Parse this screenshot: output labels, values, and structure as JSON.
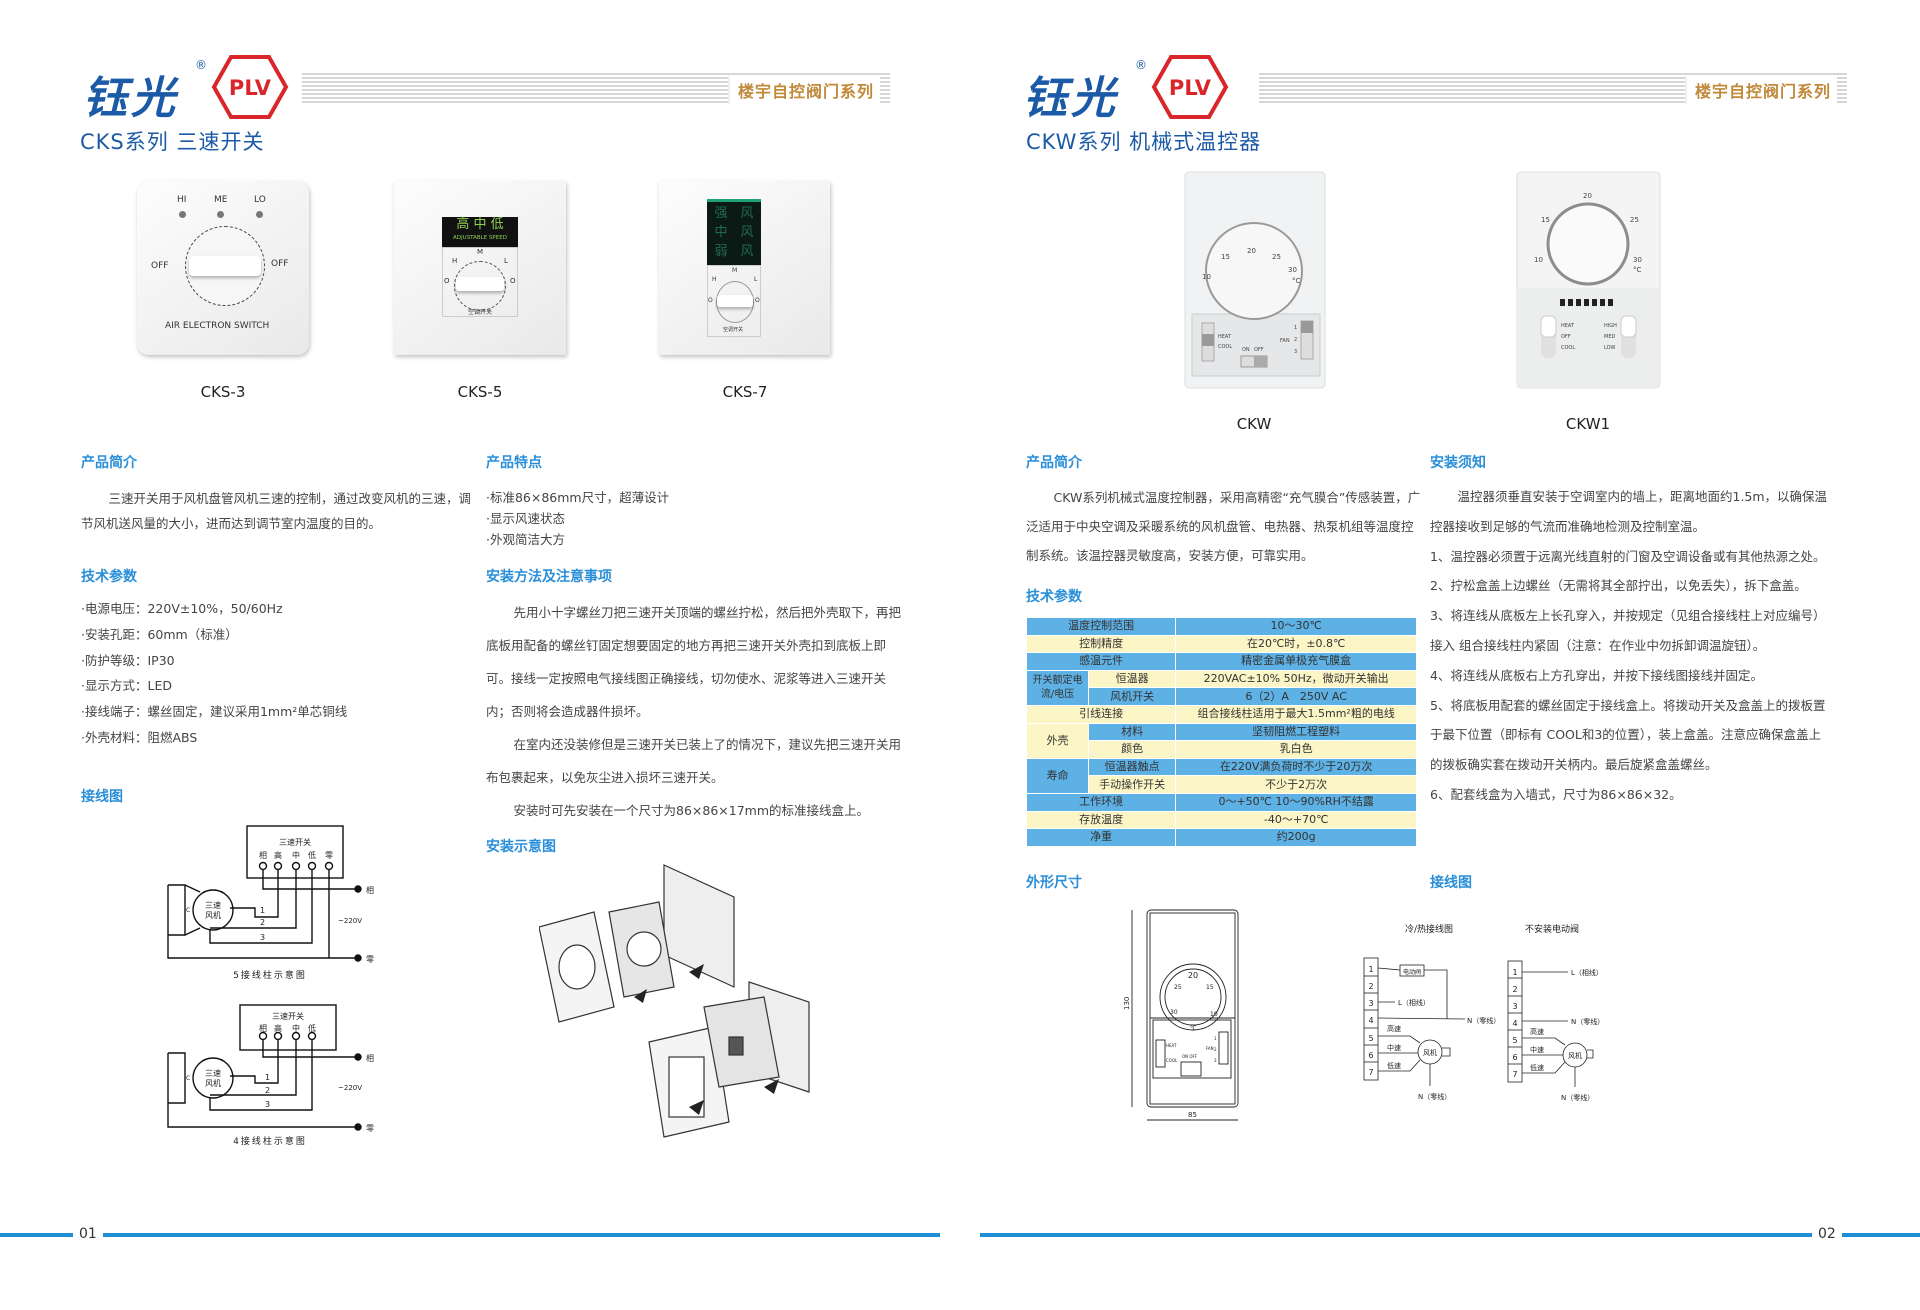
{
  "colors": {
    "brand_blue": "#1b5aa6",
    "heading_blue": "#2a8fd8",
    "logo_red": "#d8262b",
    "tag_gold": "#c08a3a",
    "table_blue": "#5eb1e4",
    "table_yellow": "#fcf5c6",
    "footer_blue": "#1e8fd5"
  },
  "left": {
    "logo": {
      "brand": "钰光",
      "reg": "®",
      "mark": "PLV"
    },
    "series_tag": "楼宇自控阀门系列",
    "subtitle": "CKS系列 三速开关",
    "products": [
      {
        "model": "CKS-3",
        "labels": {
          "hi": "HI",
          "me": "ME",
          "lo": "LO",
          "off_left": "OFF",
          "off_right": "OFF",
          "bottom": "AIR ELECTRON SWITCH"
        }
      },
      {
        "model": "CKS-5",
        "labels": {
          "display": "高 中 低",
          "display_sub": "ADJUSTABLE SPEED",
          "h": "H",
          "m": "M",
          "l": "L",
          "o1": "O",
          "o2": "O",
          "bottom": "空调开关"
        }
      },
      {
        "model": "CKS-7",
        "labels": {
          "row1": "强　风",
          "row2": "中　风",
          "row3": "弱　风",
          "h": "H",
          "m": "M",
          "l": "L",
          "o1": "O",
          "o2": "O",
          "bottom": "空调开关"
        }
      }
    ],
    "intro": {
      "heading": "产品简介",
      "text": "三速开关用于风机盘管风机三速的控制，通过改变风机的三速，调节风机送风量的大小，进而达到调节室内温度的目的。"
    },
    "features": {
      "heading": "产品特点",
      "items": [
        "·标准86×86mm尺寸，超薄设计",
        "·显示风速状态",
        "·外观简洁大方"
      ]
    },
    "params": {
      "heading": "技术参数",
      "items": [
        "·电源电压：220V±10%，50/60Hz",
        "·安装孔距：60mm（标准）",
        "·防护等级：IP30",
        "·显示方式：LED",
        "·接线端子：螺丝固定，建议采用1mm²单芯铜线",
        "·外壳材料：阻燃ABS"
      ]
    },
    "install": {
      "heading": "安装方法及注意事项",
      "paragraphs": [
        "先用小十字螺丝刀把三速开关顶端的螺丝拧松，然后把外壳取下，再把底板用配备的螺丝钉固定想要固定的地方再把三速开关外壳扣到底板上即可。接线一定按照电气接线图正确接线，切勿使水、泥浆等进入三速开关内；否则将会造成器件损坏。",
        "在室内还没装修但是三速开关已装上了的情况下，建议先把三速开关用布包裹起来，以免灰尘进入损坏三速开关。",
        "安装时可先安装在一个尺寸为86×86×17mm的标准接线盒上。"
      ]
    },
    "wiring": {
      "heading": "接线图",
      "diagram5": {
        "box_title": "三速开关",
        "terminals": [
          "相",
          "高",
          "中",
          "低",
          "零"
        ],
        "motor": [
          "三速",
          "风机"
        ],
        "cap": "C",
        "nums": [
          "1",
          "2",
          "3"
        ],
        "phase": "相",
        "neutral": "零",
        "voltage": "~220V",
        "caption": "5接线柱示意图"
      },
      "diagram4": {
        "box_title": "三速开关",
        "terminals": [
          "相",
          "高",
          "中",
          "低"
        ],
        "motor": [
          "三速",
          "风机"
        ],
        "cap": "C",
        "nums": [
          "1",
          "2",
          "3"
        ],
        "phase": "相",
        "neutral": "零",
        "voltage": "~220V",
        "caption": "4接线柱示意图"
      }
    },
    "install_diagram": {
      "heading": "安装示意图"
    },
    "page_number": "01"
  },
  "right": {
    "logo": {
      "brand": "钰光",
      "reg": "®",
      "mark": "PLV"
    },
    "series_tag": "楼宇自控阀门系列",
    "subtitle": "CKW系列 机械式温控器",
    "products": [
      {
        "model": "CKW",
        "labels": {
          "t10": "10",
          "t15": "15",
          "t20": "20",
          "t25": "25",
          "t30": "30",
          "unit": "°C",
          "heat": "HEAT",
          "cool": "COOL",
          "on": "ON",
          "off": "OFF",
          "fan": "FAN",
          "f1": "1",
          "f2": "2",
          "f3": "3"
        }
      },
      {
        "model": "CKW1",
        "labels": {
          "t10": "10",
          "t15": "15",
          "t20": "20",
          "t25": "25",
          "t30": "30",
          "unit": "°C",
          "heat": "HEAT",
          "offm": "OFF",
          "cool": "COOL",
          "high": "HIGH",
          "med": "MED",
          "low": "LOW"
        }
      }
    ],
    "intro": {
      "heading": "产品简介",
      "text": "CKW系列机械式温度控制器，采用高精密“充气膜合”传感装置，广泛适用于中央空调及采暖系统的风机盘管、电热器、热泵机组等温度控制系统。该温控器灵敏度高，安装方便，可靠实用。"
    },
    "params": {
      "heading": "技术参数",
      "table": {
        "temp_range": [
          "温度控制范围",
          "10～30℃"
        ],
        "accuracy": [
          "控制精度",
          "在20℃时，±0.8℃"
        ],
        "sensor": [
          "感温元件",
          "精密金属单极充气膜盒"
        ],
        "rating_group": "开关额定电流/电压",
        "thermostat": [
          "恒温器",
          "220VAC±10% 50Hz，微动开关输出"
        ],
        "fan_switch": [
          "风机开关",
          "6（2）A　250V AC"
        ],
        "lead": [
          "引线连接",
          "组合接线柱适用于最大1.5mm²粗的电线"
        ],
        "shell_group": "外壳",
        "material": [
          "材料",
          "坚韧阻燃工程塑料"
        ],
        "color": [
          "颜色",
          "乳白色"
        ],
        "life_group": "寿命",
        "contacts": [
          "恒温器触点",
          "在220V满负荷时不少于20万次"
        ],
        "manual": [
          "手动操作开关",
          "不少于2万次"
        ],
        "env": [
          "工作环境",
          "0～+50℃ 10～90%RH不结露"
        ],
        "storage": [
          "存放温度",
          "-40～+70℃"
        ],
        "weight": [
          "净重",
          "约200g"
        ]
      }
    },
    "notes": {
      "heading": "安装须知",
      "lines": [
        "温控器须垂直安装于空调室内的墙上，距离地面约1.5m，以确保温控器接收到足够的气流而准确地检测及控制室温。",
        "1、温控器必须置于远离光线直射的门窗及空调设备或有其他热源之处。",
        "2、拧松盒盖上边螺丝（无需将其全部拧出，以免丢失），拆下盒盖。",
        "3、将连线从底板左上长孔穿入，并按规定（见组合接线柱上对应编号）接入 组合接线柱内紧固（注意：在作业中勿拆卸调温旋钮）。",
        "4、将连线从底板右上方孔穿出，并按下接线图接线并固定。",
        "5、将底板用配套的螺丝固定于接线盒上。将拨动开关及盒盖上的拨板置于最下位置（即标有 COOL和3的位置），装上盒盖。注意应确保盒盖上的拨板确实套在拨动开关柄内。最后旋紧盒盖螺丝。",
        "6、配套线盒为入墙式，尺寸为86×86×32。"
      ]
    },
    "dimensions": {
      "heading": "外形尺寸",
      "height": "130",
      "width": "85",
      "dial": {
        "t20": "20",
        "t25": "25",
        "t15": "15",
        "t30": "30",
        "t10": "10",
        "unit": "℃",
        "heat": "HEAT",
        "cool": "COOL",
        "onoff": "ON OFF",
        "fan": "FAN",
        "f1": "1",
        "f2": "2",
        "f3": "3"
      }
    },
    "wiring": {
      "heading": "接线图",
      "cold_hot": {
        "title": "冷/热接线图",
        "terminals": [
          "1",
          "2",
          "3",
          "4",
          "5",
          "6",
          "7"
        ],
        "valve": "电动阀",
        "line": "L（相线）",
        "neutral": "N（零线）",
        "high": "高速",
        "mid": "中速",
        "low": "低速",
        "fan": "风机",
        "neutral_bottom": "N（零线）"
      },
      "no_valve": {
        "title": "不安装电动阀",
        "terminals": [
          "1",
          "2",
          "3",
          "4",
          "5",
          "6",
          "7"
        ],
        "line": "L（相线）",
        "neutral": "N（零线）",
        "high": "高速",
        "mid": "中速",
        "low": "低速",
        "fan": "风机",
        "neutral_bottom": "N（零线）"
      }
    },
    "page_number": "02"
  }
}
